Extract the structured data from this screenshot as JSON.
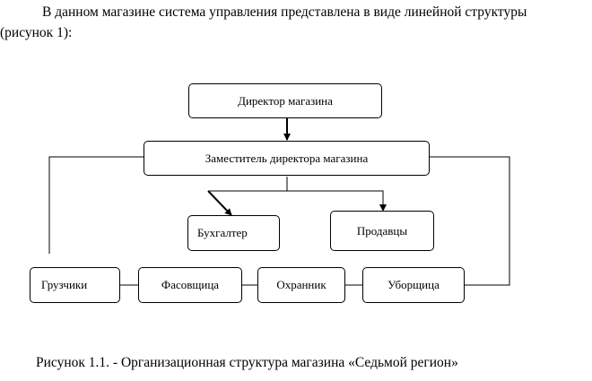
{
  "intro": {
    "text": "В данном магазине система управления представлена в виде линейной структуры (рисунок 1):"
  },
  "diagram": {
    "nodes": {
      "director": "Директор магазина",
      "deputy": "Заместитель директора магазина",
      "accountant": "Бухгалтер",
      "sellers": "Продавцы",
      "loaders": "Грузчики",
      "packer": "Фасовщица",
      "guard": "Охранник",
      "cleaner": "Уборщица"
    }
  },
  "caption": {
    "text": "Рисунок 1.1. - Организационная структура магазина «Седьмой регион»"
  }
}
